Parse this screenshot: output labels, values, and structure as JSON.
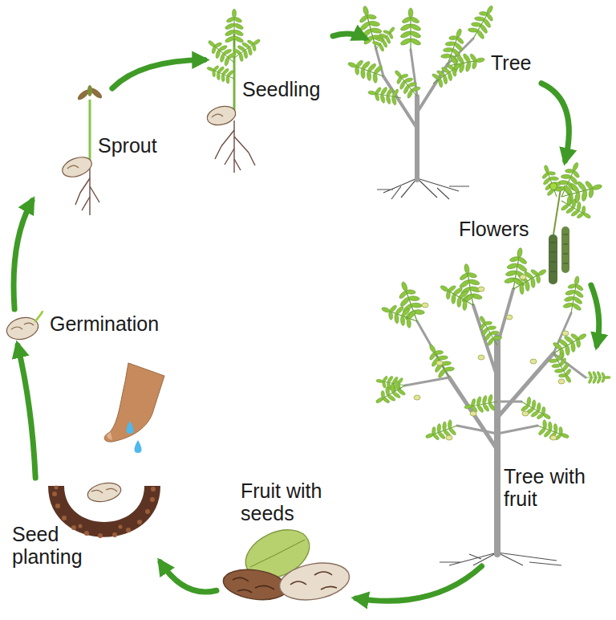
{
  "diagram": {
    "nodes": [
      {
        "text": [
          "Seed planting"
        ]
      },
      {
        "text": [
          "Germination"
        ]
      },
      {
        "text": [
          "Sprout"
        ]
      },
      {
        "text": [
          "Seedling"
        ]
      },
      {
        "text": [
          "Tree"
        ]
      },
      {
        "text": [
          "Flowers"
        ]
      },
      {
        "text": [
          "Tree with fruit"
        ]
      },
      {
        "text": [
          "Fruit with seeds"
        ]
      }
    ],
    "edges": [
      {
        "from": 0,
        "to": 1,
        "arrow": "to"
      },
      {
        "from": 1,
        "to": 2,
        "arrow": "to"
      },
      {
        "from": 2,
        "to": 3,
        "arrow": "to"
      },
      {
        "from": 3,
        "to": 4,
        "arrow": "to"
      },
      {
        "from": 4,
        "to": 5,
        "arrow": "to"
      },
      {
        "from": 5,
        "to": 6,
        "arrow": "to"
      },
      {
        "from": 6,
        "to": 7,
        "arrow": "to"
      },
      {
        "from": 7,
        "to": 0,
        "arrow": "to"
      }
    ]
  }
}
